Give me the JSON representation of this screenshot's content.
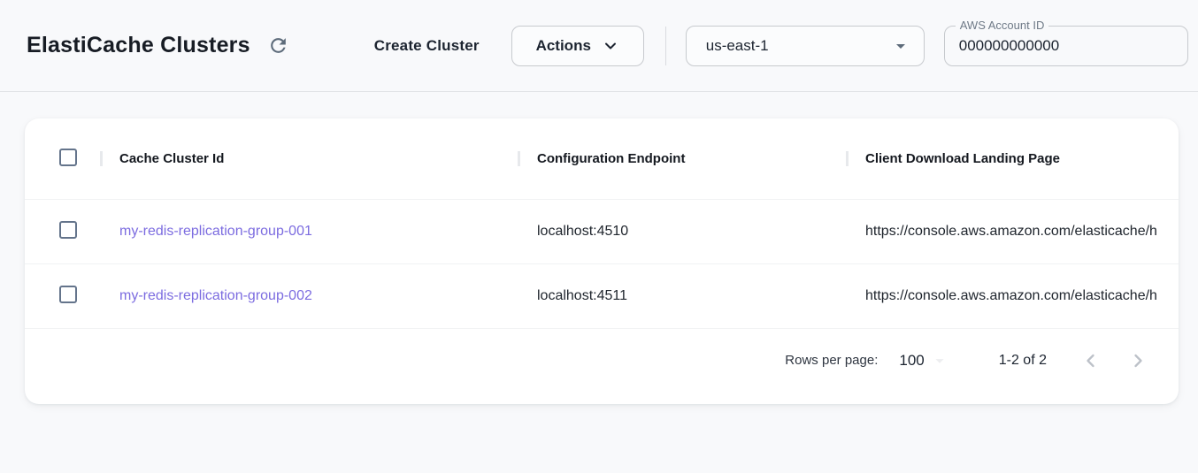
{
  "toolbar": {
    "title": "ElastiCache Clusters",
    "create_button_label": "Create Cluster",
    "actions_button_label": "Actions",
    "region": {
      "selected": "us-east-1"
    },
    "account": {
      "label": "AWS Account ID",
      "value": "000000000000"
    }
  },
  "table": {
    "columns": [
      "Cache Cluster Id",
      "Configuration Endpoint",
      "Client Download Landing Page"
    ],
    "rows": [
      {
        "cache_cluster_id": "my-redis-replication-group-001",
        "configuration_endpoint": "localhost:4510",
        "client_download_landing_page": "https://console.aws.amazon.com/elasticache/h"
      },
      {
        "cache_cluster_id": "my-redis-replication-group-002",
        "configuration_endpoint": "localhost:4511",
        "client_download_landing_page": "https://console.aws.amazon.com/elasticache/h"
      }
    ],
    "pagination": {
      "rows_per_page_label": "Rows per page:",
      "rows_per_page_value": "100",
      "range_label": "1-2 of 2"
    }
  },
  "colors": {
    "link": "#7c6ce0",
    "icon_slate": "#5d6b7a",
    "page_background": "#f8f9fb",
    "card_background": "#ffffff"
  }
}
